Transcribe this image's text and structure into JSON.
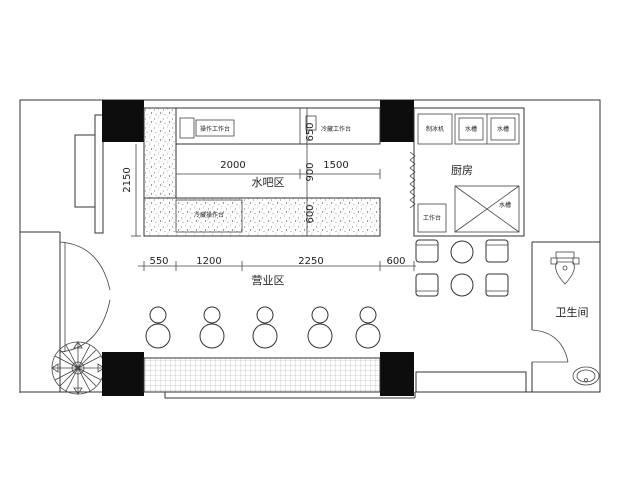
{
  "areas": {
    "water_bar": "水吧区",
    "business": "营业区",
    "kitchen": "厨房",
    "restroom": "卫生间"
  },
  "dimensions": {
    "top": [
      "2000",
      "1500"
    ],
    "bottom": [
      "550",
      "1200",
      "2250",
      "600"
    ],
    "left": "2150",
    "vertical": [
      "650",
      "900",
      "600"
    ]
  },
  "equipment": {
    "prep_counter": "操作工作台",
    "fridge_counter_top": "冷藏工作台",
    "fridge_counter_bottom": "冷藏操作台",
    "ice_machine": "制冰机",
    "sink_1": "水槽",
    "sink_2": "水槽",
    "sink_3": "水槽",
    "work_table": "工作台"
  },
  "colors": {
    "line": "#333333",
    "column": "#0d0d0d",
    "background": "#ffffff"
  }
}
